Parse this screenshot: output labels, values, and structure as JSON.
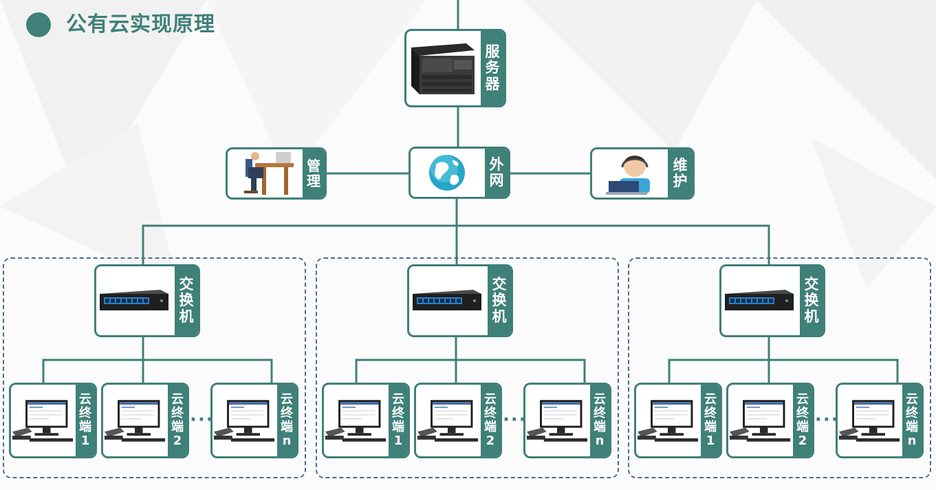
{
  "title": "公有云实现原理",
  "server": {
    "label": "服务器",
    "icon": "server-rack-icon"
  },
  "internet": {
    "label": "外网",
    "icon": "globe-icon"
  },
  "management": {
    "label": "管理",
    "icon": "office-worker-desk-icon"
  },
  "maintenance": {
    "label": "维护",
    "icon": "support-agent-laptop-icon"
  },
  "groups": [
    {
      "switch_label": "交换机",
      "terminals": [
        {
          "label": "云终端1"
        },
        {
          "label": "云终端2"
        },
        {
          "label": "云终端n"
        }
      ],
      "ellipsis": "···"
    },
    {
      "switch_label": "交换机",
      "terminals": [
        {
          "label": "云终端1"
        },
        {
          "label": "云终端2"
        },
        {
          "label": "云终端n"
        }
      ],
      "ellipsis": "···"
    },
    {
      "switch_label": "交换机",
      "terminals": [
        {
          "label": "云终端1"
        },
        {
          "label": "云终端2"
        },
        {
          "label": "云终端n"
        }
      ],
      "ellipsis": "···"
    }
  ],
  "colors": {
    "accent": "#3f8079",
    "dashed_border": "#4d6a93",
    "switch_port": "#2f7fc6"
  }
}
